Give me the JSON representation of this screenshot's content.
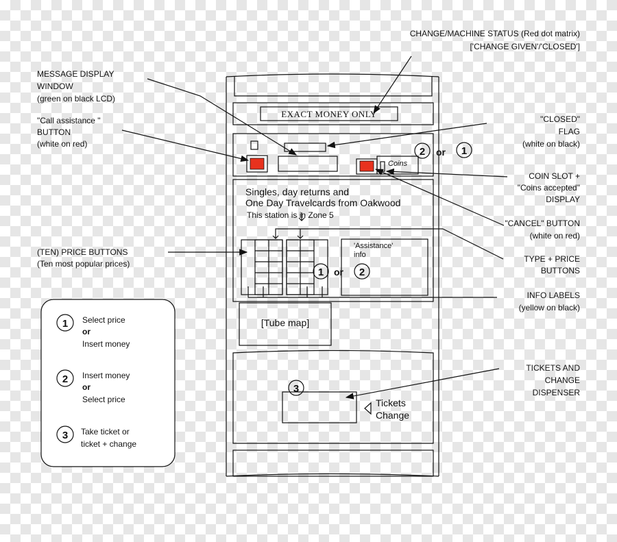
{
  "annotations": {
    "change_status": {
      "line1": "CHANGE/MACHINE STATUS (Red dot matrix)",
      "line2": "['CHANGE GIVEN'/'CLOSED']"
    },
    "message_display": {
      "line1": "MESSAGE DISPLAY",
      "line2": "WINDOW",
      "line3": "(green on black LCD)"
    },
    "call_assistance": {
      "line1": "\"Call assistance \"",
      "line2": "BUTTON",
      "line3": "(white on red)"
    },
    "closed_flag": {
      "line1": "\"CLOSED\"",
      "line2": "FLAG",
      "line3": "(white on black)"
    },
    "coin_slot": {
      "line1": "COIN SLOT +",
      "line2": "\"Coins accepted\"",
      "line3": "DISPLAY"
    },
    "cancel_button": {
      "line1": "\"CANCEL\" BUTTON",
      "line2": "(white on red)"
    },
    "price_buttons": {
      "line1": "(TEN) PRICE BUTTONS",
      "line2": "(Ten most popular prices)"
    },
    "type_price": {
      "line1": "TYPE + PRICE",
      "line2": "BUTTONS"
    },
    "info_labels": {
      "line1": "INFO LABELS",
      "line2": "(yellow on black)"
    },
    "dispenser": {
      "line1": "TICKETS AND",
      "line2": "CHANGE",
      "line3": "DISPENSER"
    }
  },
  "machine": {
    "exact_money": "EXACT MONEY ONLY",
    "coins_label": "Coins",
    "title_line1": "Singles, day returns and",
    "title_line2": "One Day Travelcards from Oakwood",
    "zone_line": "This station is in Zone 5",
    "assistance_line1": "'Assistance'",
    "assistance_line2": "info",
    "tube_map": "[Tube map]",
    "tickets_label": "Tickets",
    "change_label": "Change",
    "step_2_or_1": {
      "a": "2",
      "or": "or",
      "b": "1"
    },
    "step_1_or_2": {
      "a": "1",
      "or": "or",
      "b": "2"
    },
    "step_3": "3"
  },
  "legend": {
    "step1": {
      "num": "1",
      "line1": "Select price",
      "line2": "or",
      "line3": "Insert money"
    },
    "step2": {
      "num": "2",
      "line1": "Insert money",
      "line2": "or",
      "line3": "Select price"
    },
    "step3": {
      "num": "3",
      "line1": "Take ticket or",
      "line2": "ticket + change"
    }
  },
  "colors": {
    "button_red": "#e8321e",
    "line": "#111111",
    "background": "#ffffff"
  }
}
